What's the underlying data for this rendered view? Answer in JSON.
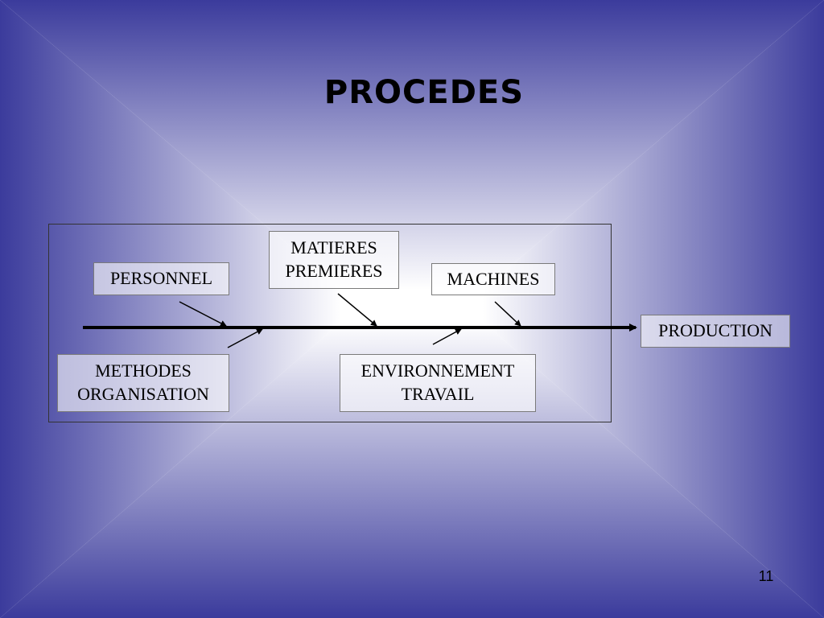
{
  "slide": {
    "title": "PROCEDES",
    "page_number": "11"
  },
  "diagram": {
    "causes": {
      "personnel": "PERSONNEL",
      "matieres_premieres": "MATIERES\nPREMIERES",
      "machines": "MACHINES",
      "methodes_organisation": "METHODES\nORGANISATION",
      "environnement_travail": "ENVIRONNEMENT\nTRAVAIL"
    },
    "effect": "PRODUCTION"
  },
  "colors": {
    "background_dark": "#3b3b9c",
    "background_light": "#ffffff",
    "line": "#000000"
  }
}
